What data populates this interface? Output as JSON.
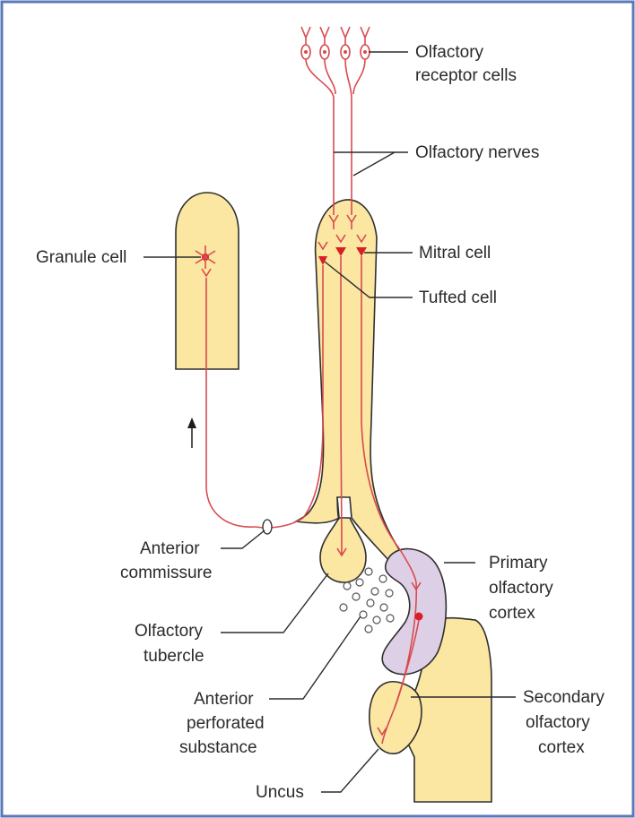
{
  "colors": {
    "border": "#5b78b8",
    "bulb_fill": "#fbe6a2",
    "primary_cortex_fill": "#ddcfe6",
    "nerve_red": "#d94a4f",
    "cell_red": "#d91e25",
    "outline": "#2f2f2f"
  },
  "labels": {
    "receptor_line1": "Olfactory",
    "receptor_line2": "receptor cells",
    "olfactory_nerves": "Olfactory nerves",
    "granule_cell": "Granule cell",
    "mitral_cell": "Mitral cell",
    "tufted_cell": "Tufted cell",
    "anterior_commissure_line1": "Anterior",
    "anterior_commissure_line2": "commissure",
    "primary_line1": "Primary",
    "primary_line2": "olfactory",
    "primary_line3": "cortex",
    "tubercle_line1": "Olfactory",
    "tubercle_line2": "tubercle",
    "aps_line1": "Anterior",
    "aps_line2": "perforated",
    "aps_line3": "substance",
    "secondary_line1": "Secondary",
    "secondary_line2": "olfactory",
    "secondary_line3": "cortex",
    "uncus": "Uncus"
  },
  "icons": {
    "direction_arrow": "up-arrow-icon"
  }
}
